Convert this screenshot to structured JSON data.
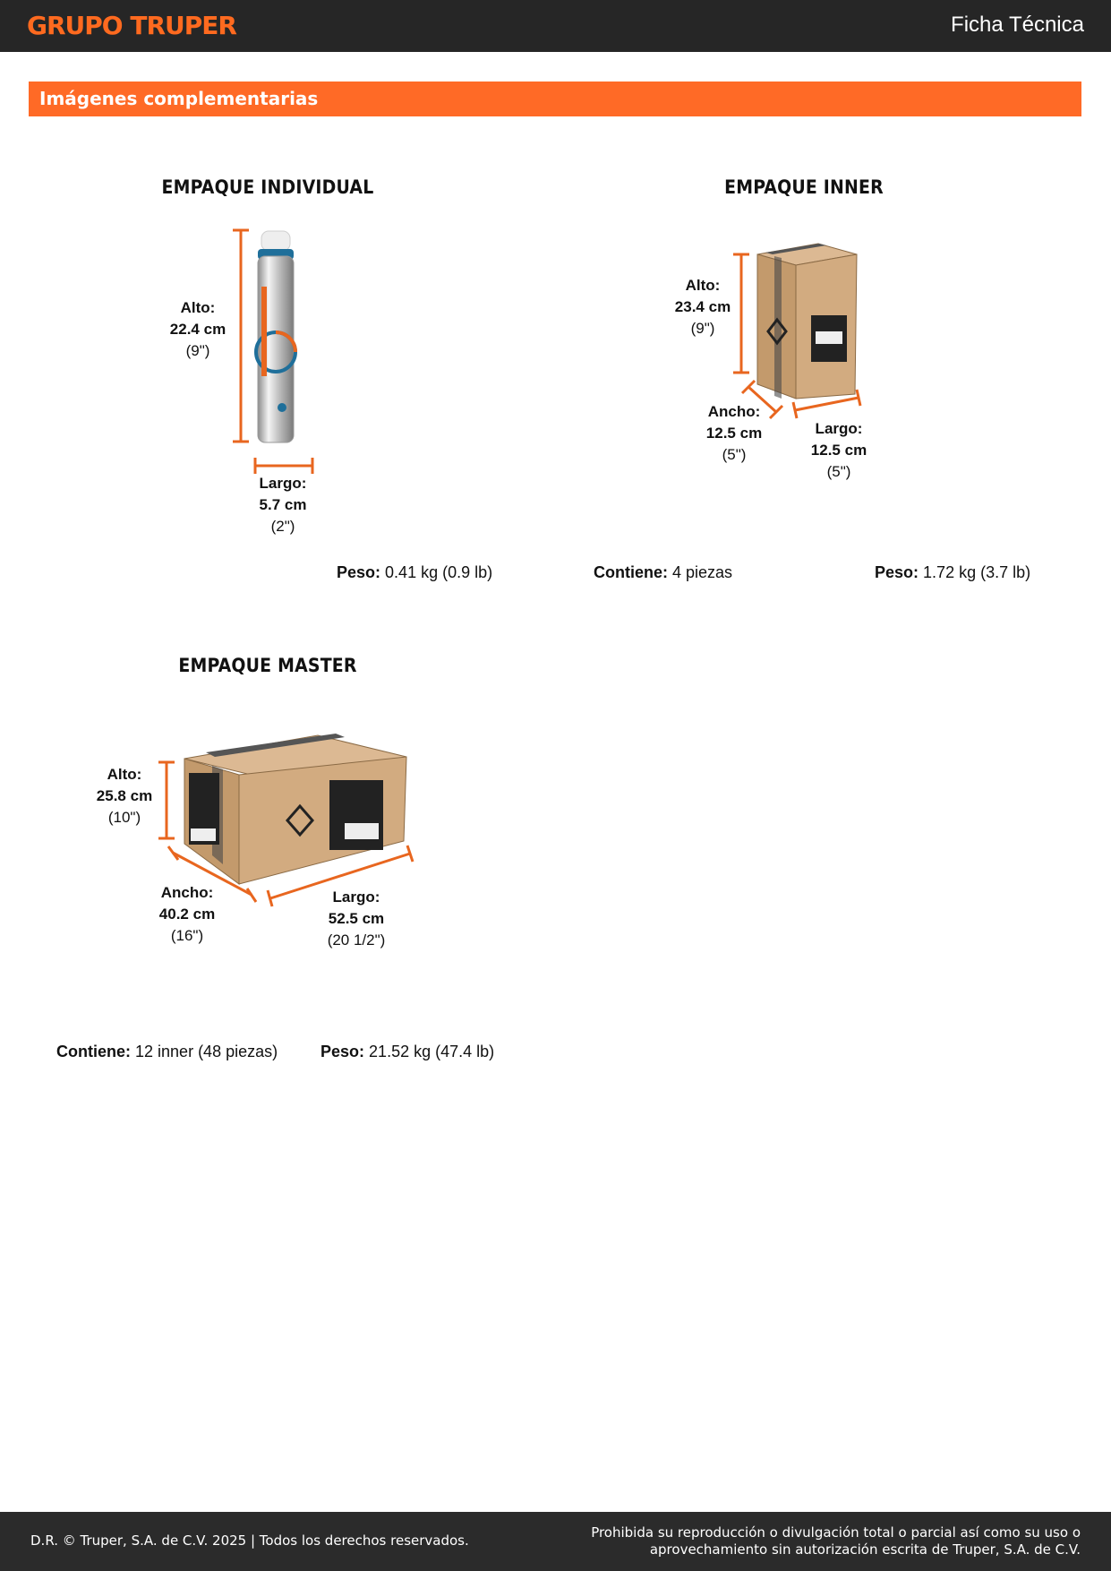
{
  "header": {
    "logo": "GRUPO TRUPER",
    "doc_type": "Ficha Técnica"
  },
  "section": {
    "title": "Imágenes complementarias"
  },
  "individual": {
    "heading": "EMPAQUE INDIVIDUAL",
    "alto": {
      "label": "Alto:",
      "metric": "22.4 cm",
      "imperial": "(9\")"
    },
    "largo": {
      "label": "Largo:",
      "metric": "5.7 cm",
      "imperial": "(2\")"
    },
    "peso": {
      "label": "Peso:",
      "value": "0.41 kg (0.9 lb)"
    }
  },
  "inner": {
    "heading": "EMPAQUE INNER",
    "alto": {
      "label": "Alto:",
      "metric": "23.4 cm",
      "imperial": "(9\")"
    },
    "ancho": {
      "label": "Ancho:",
      "metric": "12.5 cm",
      "imperial": "(5\")"
    },
    "largo": {
      "label": "Largo:",
      "metric": "12.5 cm",
      "imperial": "(5\")"
    },
    "contiene": {
      "label": "Contiene:",
      "value": "4 piezas"
    },
    "peso": {
      "label": "Peso:",
      "value": "1.72 kg (3.7 lb)"
    }
  },
  "master": {
    "heading": "EMPAQUE MASTER",
    "alto": {
      "label": "Alto:",
      "metric": "25.8 cm",
      "imperial": "(10\")"
    },
    "ancho": {
      "label": "Ancho:",
      "metric": "40.2 cm",
      "imperial": "(16\")"
    },
    "largo": {
      "label": "Largo:",
      "metric": "52.5 cm",
      "imperial": "(20 1/2\")"
    },
    "contiene": {
      "label": "Contiene:",
      "value": "12 inner (48 piezas)"
    },
    "peso": {
      "label": "Peso:",
      "value": "21.52 kg (47.4 lb)"
    }
  },
  "footer": {
    "copyright": "D.R. © Truper, S.A. de C.V. 2025 | Todos los derechos reservados.",
    "notice_line1": "Prohibida su reproducción o divulgación total o parcial así como su uso o",
    "notice_line2": "aprovechamiento sin autorización escrita de Truper, S.A. de C.V."
  },
  "colors": {
    "accent": "#ff6a26",
    "header_bg": "#262626",
    "footer_bg": "#2b2b2b",
    "dimension_line": "#e8661f",
    "cardboard": "#c9a27a"
  },
  "icons": [
    "spray-can-illustration",
    "inner-box-illustration",
    "master-box-illustration"
  ]
}
